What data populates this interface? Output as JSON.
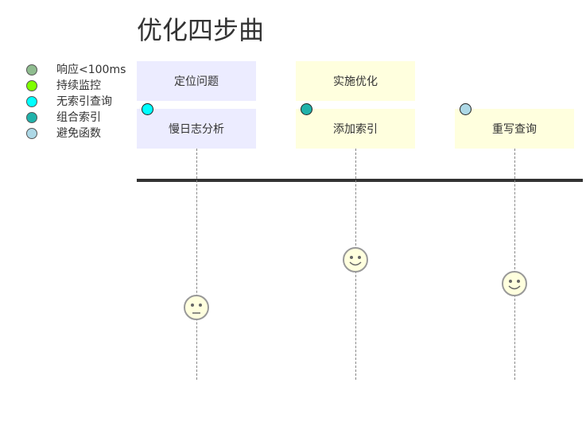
{
  "title": "优化四步曲",
  "legend": [
    {
      "label": "响应<100ms",
      "color": "#8fbc8f"
    },
    {
      "label": "持续监控",
      "color": "#7fff00"
    },
    {
      "label": "无索引查询",
      "color": "#00ffff"
    },
    {
      "label": "组合索引",
      "color": "#20b2aa"
    },
    {
      "label": "避免函数",
      "color": "#add8e6"
    }
  ],
  "sections": [
    {
      "header": "定位问题",
      "header_color": "#ececff",
      "tasks": [
        {
          "label": "慢日志分析",
          "color": "#ececff",
          "marker_color": "#00ffff",
          "face": "neutral"
        }
      ]
    },
    {
      "header": "实施优化",
      "header_color": "#ffffde",
      "tasks": [
        {
          "label": "添加索引",
          "color": "#ffffde",
          "marker_color": "#20b2aa",
          "face": "happy"
        },
        {
          "label": "重写查询",
          "color": "#ffffde",
          "marker_color": "#add8e6",
          "face": "happy"
        }
      ]
    }
  ]
}
